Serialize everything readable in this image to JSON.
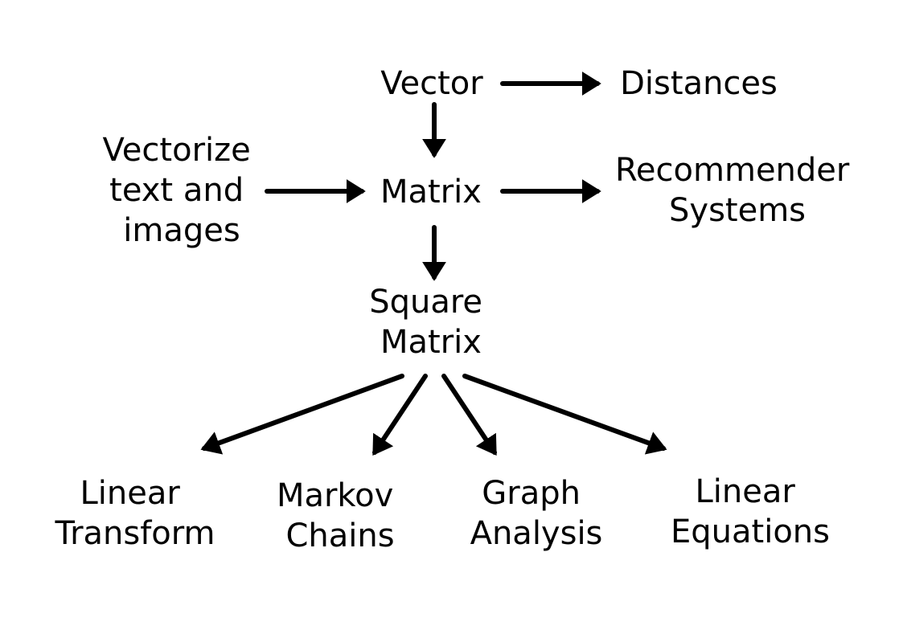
{
  "nodes": {
    "vector": [
      "Vector"
    ],
    "distances": [
      "Distances"
    ],
    "vectorize": [
      "Vectorize",
      "text and",
      "images"
    ],
    "matrix": [
      "Matrix"
    ],
    "recommender": [
      "Recommender",
      "Systems"
    ],
    "square_matrix": [
      "Square",
      "Matrix"
    ],
    "linear_transform": [
      "Linear",
      "Transform"
    ],
    "markov_chains": [
      "Markov",
      "Chains"
    ],
    "graph_analysis": [
      "Graph",
      "Analysis"
    ],
    "linear_equations": [
      "Linear",
      "Equations"
    ]
  },
  "edges": [
    {
      "from": "vector",
      "to": "distances"
    },
    {
      "from": "vector",
      "to": "matrix"
    },
    {
      "from": "vectorize",
      "to": "matrix"
    },
    {
      "from": "matrix",
      "to": "recommender"
    },
    {
      "from": "matrix",
      "to": "square_matrix"
    },
    {
      "from": "square_matrix",
      "to": "linear_transform"
    },
    {
      "from": "square_matrix",
      "to": "markov_chains"
    },
    {
      "from": "square_matrix",
      "to": "graph_analysis"
    },
    {
      "from": "square_matrix",
      "to": "linear_equations"
    }
  ],
  "colors": {
    "text": "#000000",
    "arrow": "#000000",
    "background": "#ffffff"
  }
}
